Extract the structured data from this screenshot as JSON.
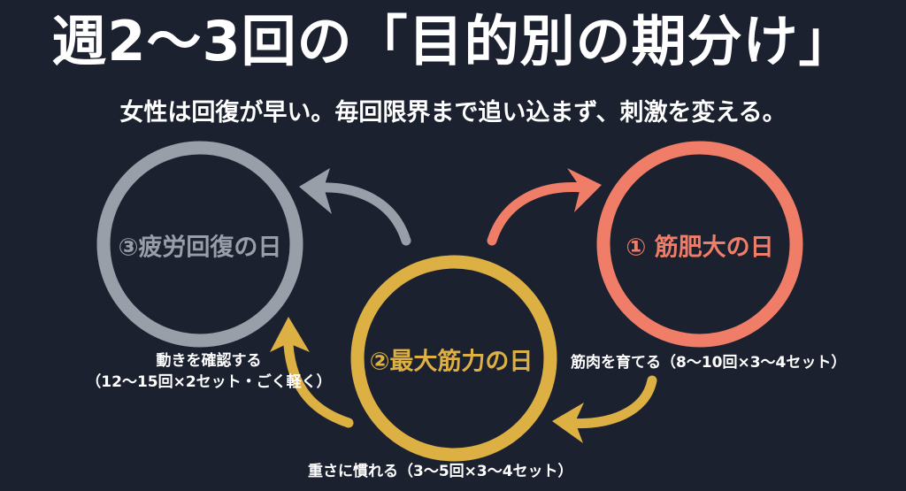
{
  "header": {
    "title": "週2〜3回の「目的別の期分け」",
    "subtitle": "女性は回復が早い。毎回限界まで追い込まず、刺激を変える。"
  },
  "colors": {
    "background": "#1c2130",
    "hypertrophy": "#f07d68",
    "strength": "#ddb043",
    "recovery": "#989fa8",
    "text": "#ffffff"
  },
  "phases": [
    {
      "id": "hypertrophy",
      "label": "① 筋肥大の日",
      "note": "筋肉を育てる（8〜10回×3〜4セット）",
      "color": "#f07d68"
    },
    {
      "id": "strength",
      "label": "②最大筋力の日",
      "note": "重さに慣れる（3〜5回×3〜4セット）",
      "color": "#ddb043"
    },
    {
      "id": "recovery",
      "label": "③疲労回復の日",
      "note_line1": "動きを確認する",
      "note_line2": "（12〜15回×2セット・ごく軽く）",
      "color": "#989fa8"
    }
  ],
  "cycle_arrows": [
    {
      "from": "strength",
      "to": "hypertrophy",
      "color": "#f07d68"
    },
    {
      "from": "hypertrophy",
      "to": "strength",
      "color": "#ddb043"
    },
    {
      "from": "strength",
      "to": "recovery",
      "color": "#ddb043"
    },
    {
      "from": "recovery",
      "to": "strength",
      "color": "#989fa8"
    }
  ]
}
